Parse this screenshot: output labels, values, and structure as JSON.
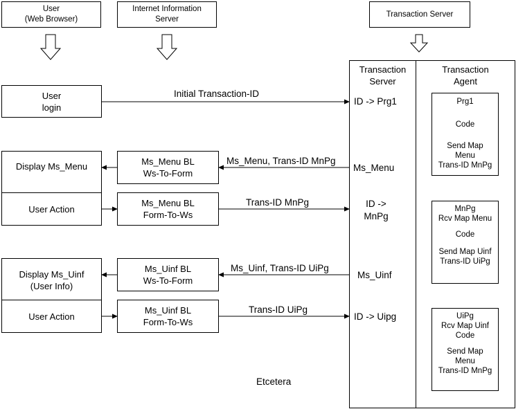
{
  "headers": {
    "user": [
      "User",
      "(Web Browser)"
    ],
    "iis": [
      "Internet Information",
      "Server"
    ],
    "transaction_server": "Transaction Server"
  },
  "columns": {
    "server": [
      "Transaction",
      "Server"
    ],
    "agent": [
      "Transaction",
      "Agent"
    ]
  },
  "left_boxes": {
    "user_login": [
      "User",
      "login"
    ],
    "display_menu": "Display Ms_Menu",
    "user_action_1": "User Action",
    "display_uinf": [
      "Display Ms_Uinf",
      "(User Info)"
    ],
    "user_action_2": "User Action"
  },
  "bl_boxes": {
    "menu_ws_to_form": [
      "Ms_Menu BL",
      "Ws-To-Form"
    ],
    "menu_form_to_ws": [
      "Ms_Menu BL",
      "Form-To-Ws"
    ],
    "uinf_ws_to_form": [
      "Ms_Uinf BL",
      "Ws-To-Form"
    ],
    "uinf_form_to_ws": [
      "Ms_Uinf BL",
      "Form-To-Ws"
    ]
  },
  "messages": {
    "initial": "Initial Transaction-ID",
    "menu_out": "Ms_Menu, Trans-ID MnPg",
    "menu_in": "Trans-ID MnPg",
    "uinf_out": "Ms_Uinf, Trans-ID UiPg",
    "uinf_in": "Trans-ID UiPg"
  },
  "server_labels": {
    "prg1": "ID -> Prg1",
    "ms_menu": "Ms_Menu",
    "mnpg": [
      "ID ->",
      "MnPg"
    ],
    "ms_uinf": "Ms_Uinf",
    "uipg": "ID -> Uipg"
  },
  "agent_boxes": {
    "prg1": [
      "Prg1",
      "",
      "Code",
      "",
      "Send Map",
      "Menu",
      "Trans-ID MnPg"
    ],
    "mnpg": [
      "MnPg",
      "Rcv Map Menu",
      "",
      "Code",
      "",
      "Send Map Uinf",
      "Trans-ID UiPg"
    ],
    "uipg": [
      "UiPg",
      "Rcv Map Uinf",
      "Code",
      "",
      "Send Map",
      "Menu",
      "Trans-ID MnPg"
    ]
  },
  "footer": "Etcetera"
}
